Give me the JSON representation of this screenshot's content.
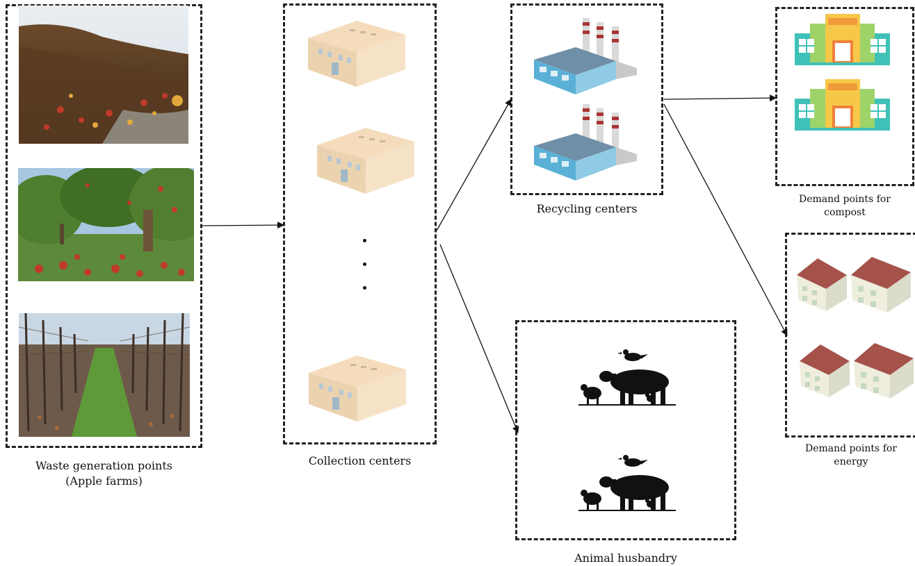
{
  "nodes": {
    "waste_generation": {
      "label_line1": "Waste generation points",
      "label_line2": "(Apple farms)"
    },
    "collection": {
      "label": "Collection centers",
      "ellipsis": "⋮"
    },
    "recycling": {
      "label": "Recycling centers"
    },
    "compost": {
      "label_line1": "Demand points for",
      "label_line2": "compost"
    },
    "energy": {
      "label_line1": "Demand points for",
      "label_line2": "energy"
    },
    "animal": {
      "label": "Animal husbandry"
    }
  },
  "photos": [
    "apple-pomace-pile-photo",
    "apple-orchard-fallen-fruit-photo",
    "bare-orchard-row-photo"
  ],
  "edges": [
    {
      "from": "waste_generation",
      "to": "collection"
    },
    {
      "from": "collection",
      "to": "recycling"
    },
    {
      "from": "collection",
      "to": "animal"
    },
    {
      "from": "recycling",
      "to": "compost"
    },
    {
      "from": "recycling",
      "to": "energy"
    }
  ]
}
